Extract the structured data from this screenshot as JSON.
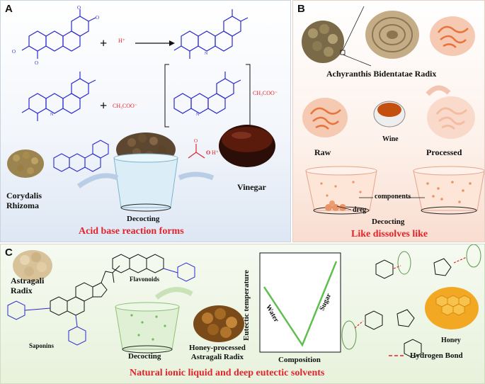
{
  "panel_a": {
    "letter": "A",
    "h_plus": "H⁺",
    "acetate": "CH₃COO⁻",
    "acetate_bracket": "CH₃COO⁻",
    "corydalis": "Corydalis\nRhizoma",
    "vinegar": "Vinegar",
    "oh_label": "O",
    "h_label": "H⁺",
    "decocting": "Decocting",
    "footer": "Acid base reaction forms"
  },
  "panel_b": {
    "letter": "B",
    "herb": "Achyranthis Bidentatae Radix",
    "raw": "Raw",
    "wine": "Wine",
    "processed": "Processed",
    "components": "components",
    "dreg": "dreg",
    "decocting": "Decocting",
    "footer": "Like dissolves like"
  },
  "panel_c": {
    "letter": "C",
    "herb": "Astragali\nRadix",
    "flavonoids": "Flavonoids",
    "saponins": "Saponins",
    "decocting": "Decocting",
    "honey_processed": "Honey-processed\nAstragali Radix",
    "y_axis": "Eutectic temperature",
    "x_axis": "Composition",
    "water": "Water",
    "sugar": "Sugar",
    "honey": "Honey",
    "hbond": "Hydrogen Bond",
    "footer": "Natural ionic liquid and deep eutectic solvents"
  },
  "colors": {
    "red": "#e0242b",
    "blue": "#2a2ad0",
    "orange": "#e8743a",
    "green": "#3ea83a"
  }
}
